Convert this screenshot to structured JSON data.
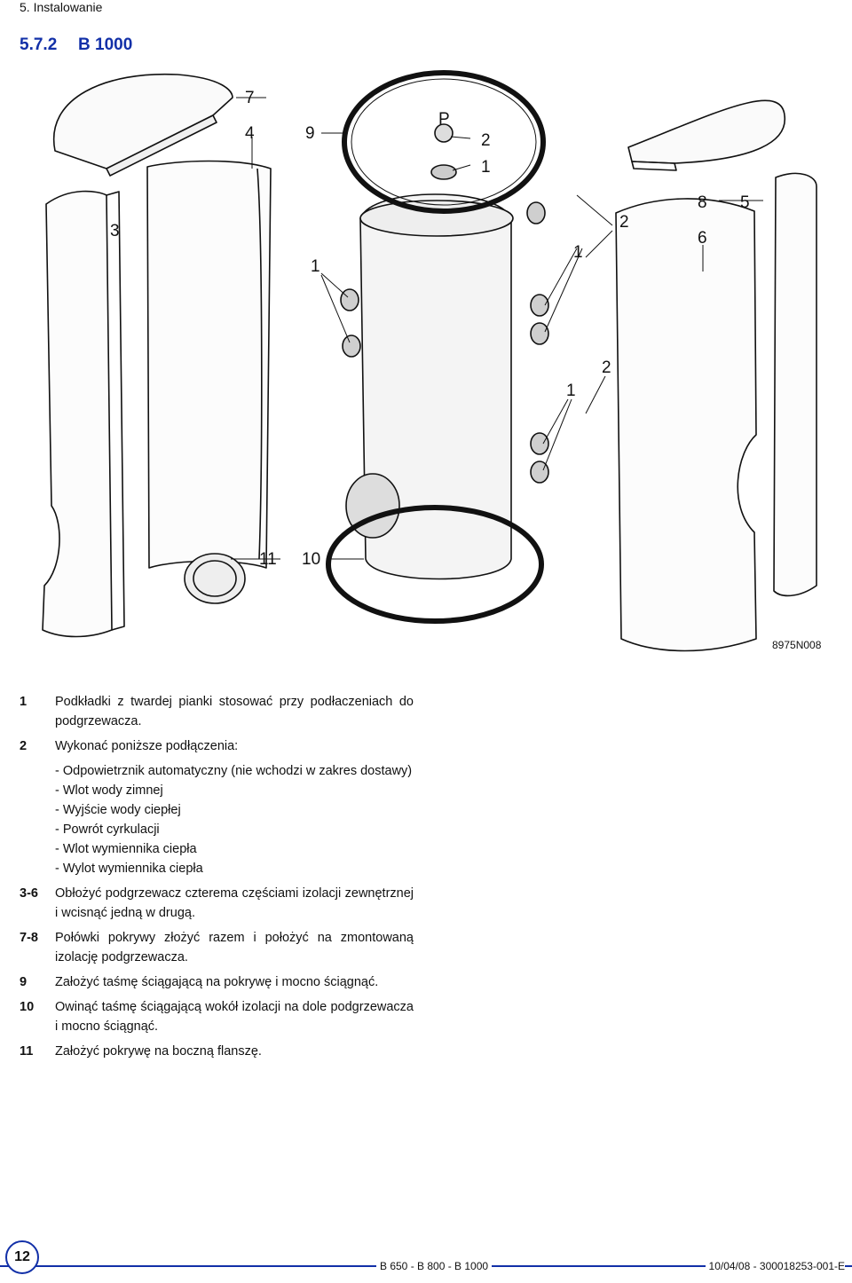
{
  "header": {
    "section": "5. Instalowanie"
  },
  "title": {
    "number": "5.7.2",
    "text": "B 1000"
  },
  "figure": {
    "code": "8975N008",
    "labels": [
      {
        "id": "7",
        "text": "7"
      },
      {
        "id": "4",
        "text": "4"
      },
      {
        "id": "9",
        "text": "9"
      },
      {
        "id": "P",
        "text": "P"
      },
      {
        "id": "2a",
        "text": "2"
      },
      {
        "id": "1a",
        "text": "1"
      },
      {
        "id": "3",
        "text": "3"
      },
      {
        "id": "8",
        "text": "8"
      },
      {
        "id": "5",
        "text": "5"
      },
      {
        "id": "2b",
        "text": "2"
      },
      {
        "id": "6",
        "text": "6"
      },
      {
        "id": "1b",
        "text": "1"
      },
      {
        "id": "1c",
        "text": "1"
      },
      {
        "id": "1d",
        "text": "1"
      },
      {
        "id": "2c",
        "text": "2"
      },
      {
        "id": "11",
        "text": "11"
      },
      {
        "id": "10",
        "text": "10"
      }
    ]
  },
  "notes": [
    {
      "key": "1",
      "text": "Podkładki z twardej pianki stosować przy podłaczeniach do podgrzewacza."
    },
    {
      "key": "2",
      "text": "Wykonać poniższe podłączenia:",
      "items": [
        "- Odpowietrznik automatyczny (nie wchodzi w zakres dostawy)",
        "- Wlot wody zimnej",
        "- Wyjście wody ciepłej",
        "- Powrót cyrkulacji",
        "- Wlot wymiennika ciepła",
        "- Wylot wymiennika ciepła"
      ]
    },
    {
      "key": "3-6",
      "text": "Obłożyć podgrzewacz czterema częściami izolacji zewnętrznej i wcisnąć jedną w drugą."
    },
    {
      "key": "7-8",
      "text": "Połówki pokrywy złożyć razem i położyć na zmontowaną izolację podgrzewacza."
    },
    {
      "key": "9",
      "text": "Założyć taśmę ściągającą na pokrywę i mocno ściągnąć."
    },
    {
      "key": "10",
      "text": "Owinąć taśmę ściągającą wokół izolacji na dole podgrzewacza i mocno ściągnąć."
    },
    {
      "key": "11",
      "text": "Założyć pokrywę na boczną flanszę."
    }
  ],
  "footer": {
    "page": "12",
    "models": "B 650 - B 800 - B 1000",
    "reference": "10/04/08 - 300018253-001-E"
  }
}
